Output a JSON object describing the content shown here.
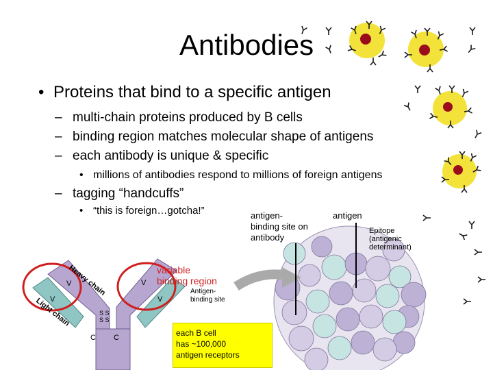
{
  "slide": {
    "title": "Antibodies",
    "bullet_main": "Proteins that bind to a specific antigen",
    "sub_bullets": [
      "multi-chain proteins produced by B cells",
      "binding region matches molecular shape of antigens",
      "each antibody is unique & specific"
    ],
    "sub_sub_bullet": "millions of antibodies respond to millions of foreign antigens",
    "sub_bullet_tagging": "tagging “handcuffs”",
    "sub_sub_bullet_tagging": "“this is foreign…gotcha!”"
  },
  "diagram": {
    "label_binding_site": [
      "antigen-",
      "binding site on",
      "antibody"
    ],
    "label_antigen": "antigen",
    "label_epitope": [
      "Epitope",
      "(antigenic",
      "determinant)"
    ],
    "label_variable": [
      "variable",
      "binding region"
    ],
    "label_antigen_binding_site": [
      "Antigen-",
      "binding site"
    ],
    "note": [
      "each B cell",
      "has ~100,000",
      "antigen receptors"
    ],
    "chain_heavy": "Heavy chain",
    "chain_light": "Light chain",
    "region_v": "V",
    "region_c": "C",
    "ss": "S S"
  },
  "colors": {
    "cell_fill": "#f3e23a",
    "nucleus": "#9b0d1d",
    "antibody_marker": "#1a1a1a",
    "heavy_chain": "#b7a6d0",
    "light_chain": "#8fc6c4",
    "circle_highlight": "#d01e1e",
    "antigen_lattice": "#c9c1dc",
    "note_bg": "#ffff00"
  }
}
